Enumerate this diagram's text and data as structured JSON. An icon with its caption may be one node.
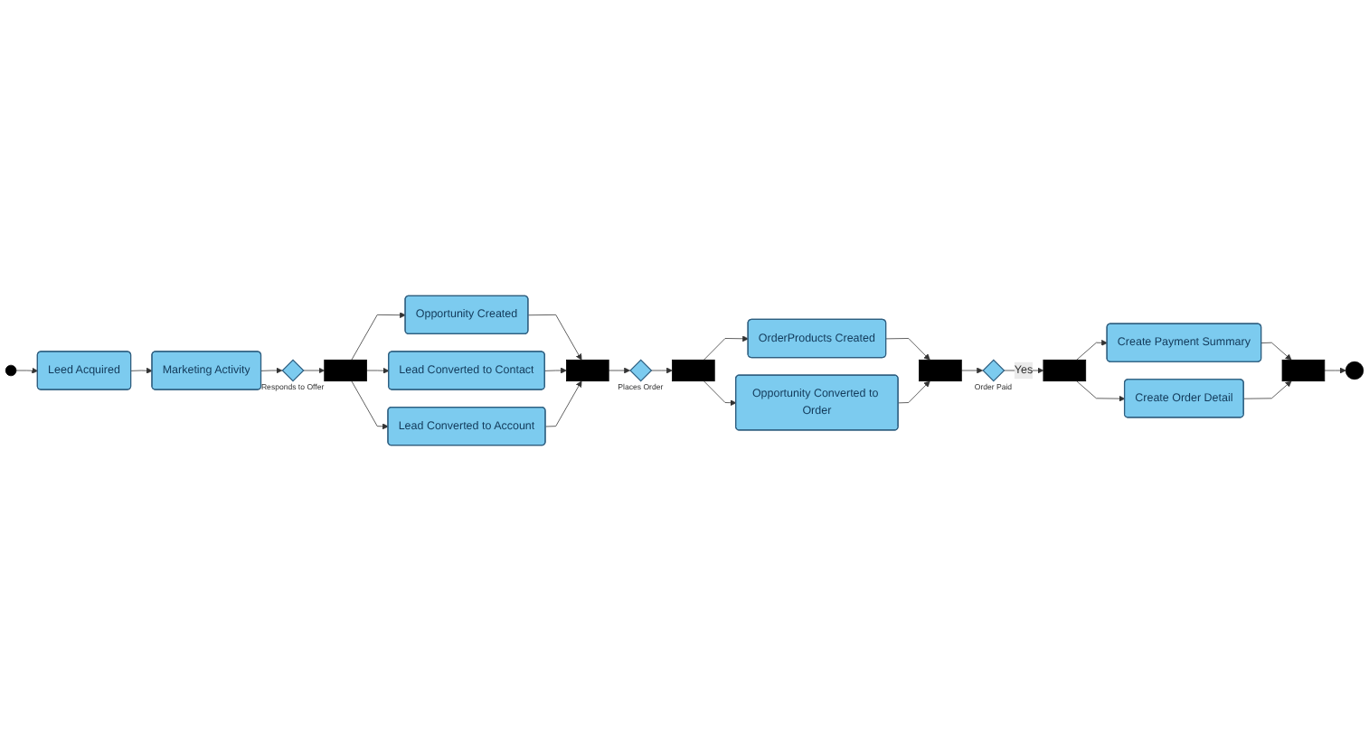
{
  "diagram": {
    "nodes": [
      {
        "text": [],
        "shape": "circle"
      },
      {
        "text": [
          "Leed Acquired"
        ]
      },
      {
        "text": [
          "Marketing Activity"
        ]
      },
      {
        "text": [],
        "shape": "diamond",
        "beside": [
          "Responds to Offer"
        ]
      },
      {
        "text": [],
        "shape": "bar"
      },
      {
        "text": [
          "Opportunity Created"
        ]
      },
      {
        "text": [
          "Lead Converted to Contact"
        ]
      },
      {
        "text": [
          "Lead Converted to Account"
        ]
      },
      {
        "text": [],
        "shape": "bar"
      },
      {
        "text": [],
        "shape": "diamond",
        "beside": [
          "Places Order"
        ]
      },
      {
        "text": [],
        "shape": "bar"
      },
      {
        "text": [
          "OrderProducts Created"
        ]
      },
      {
        "text": [
          "Opportunity Converted to Order"
        ]
      },
      {
        "text": [],
        "shape": "bar"
      },
      {
        "text": [],
        "shape": "diamond",
        "beside": [
          "Order Paid"
        ]
      },
      {
        "text": [],
        "shape": "bar"
      },
      {
        "text": [],
        "shape": "bar"
      },
      {
        "text": [],
        "shape": "bullseye"
      },
      {
        "text": [
          "Create Payment Summary"
        ]
      },
      {
        "text": [
          "Create Order Detail"
        ]
      }
    ],
    "edges": [
      {
        "from": 0,
        "to": 1,
        "arrow": "to"
      },
      {
        "from": 1,
        "to": 2,
        "arrow": "to"
      },
      {
        "from": 2,
        "to": 3,
        "arrow": "to"
      },
      {
        "from": 3,
        "to": 4,
        "arrow": "to"
      },
      {
        "from": 4,
        "to": 5,
        "arrow": "to"
      },
      {
        "from": 4,
        "to": 6,
        "arrow": "to"
      },
      {
        "from": 4,
        "to": 7,
        "arrow": "to"
      },
      {
        "from": 5,
        "to": 8,
        "arrow": "to"
      },
      {
        "from": 6,
        "to": 8,
        "arrow": "to"
      },
      {
        "from": 7,
        "to": 8,
        "arrow": "to"
      },
      {
        "from": 8,
        "to": 9,
        "arrow": "to"
      },
      {
        "from": 9,
        "to": 10,
        "arrow": "to"
      },
      {
        "from": 10,
        "to": 11,
        "arrow": "to"
      },
      {
        "from": 10,
        "to": 12,
        "arrow": "to"
      },
      {
        "from": 11,
        "to": 13,
        "arrow": "to"
      },
      {
        "from": 12,
        "to": 13,
        "arrow": "to"
      },
      {
        "from": 13,
        "to": 14,
        "arrow": "to"
      },
      {
        "from": 14,
        "to": 15,
        "label": "Yes",
        "arrow": "to"
      },
      {
        "from": 15,
        "to": 18,
        "arrow": "to"
      },
      {
        "from": 15,
        "to": 19,
        "arrow": "to"
      },
      {
        "from": 18,
        "to": 16,
        "arrow": "to"
      },
      {
        "from": 19,
        "to": 16,
        "arrow": "to"
      },
      {
        "from": 16,
        "to": 17,
        "arrow": "to"
      }
    ]
  }
}
